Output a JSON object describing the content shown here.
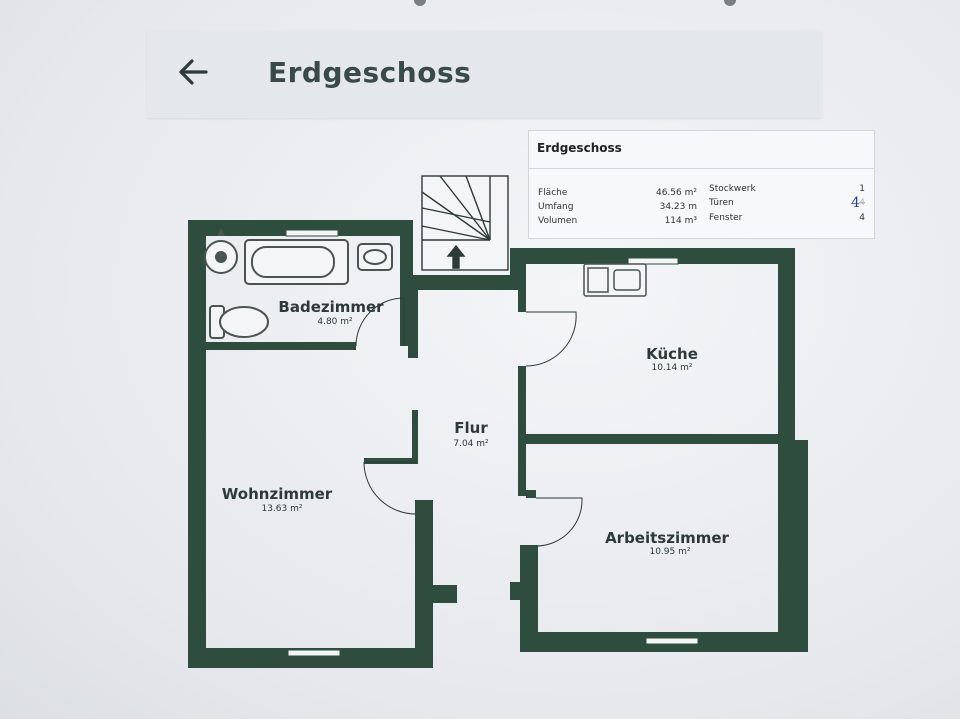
{
  "header": {
    "title": "Erdgeschoss",
    "back_icon": "arrow-left-icon"
  },
  "info_card": {
    "title": "Erdgeschoss",
    "left": [
      {
        "label": "Fläche",
        "value": "46.56 m²"
      },
      {
        "label": "Umfang",
        "value": "34.23 m"
      },
      {
        "label": "Volumen",
        "value": "114 m³"
      }
    ],
    "right": [
      {
        "label": "Stockwerk",
        "value": "1"
      },
      {
        "label": "Türen",
        "value": "4"
      },
      {
        "label": "Fenster",
        "value": "4"
      }
    ],
    "handwritten_note": "4"
  },
  "rooms": [
    {
      "name": "Badezimmer",
      "area": "4.80 m²"
    },
    {
      "name": "Küche",
      "area": "10.14 m²"
    },
    {
      "name": "Flur",
      "area": "7.04 m²"
    },
    {
      "name": "Wohnzimmer",
      "area": "13.63 m²"
    },
    {
      "name": "Arbeitszimmer",
      "area": "10.95 m²"
    }
  ],
  "colors": {
    "wall": "#2f4d3f",
    "ink": "#2d3a38",
    "fixture": "#4a5550"
  }
}
